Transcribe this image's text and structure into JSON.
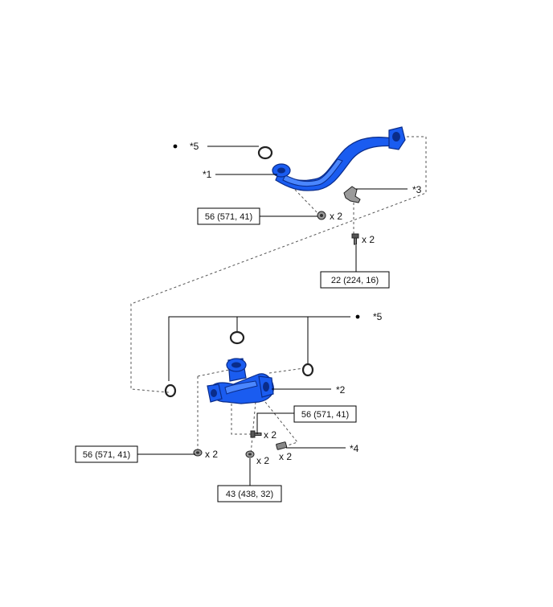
{
  "callouts": {
    "c5_top": "*5",
    "c1": "*1",
    "c3": "*3",
    "c5_mid": "*5",
    "c2": "*2",
    "c4": "*4"
  },
  "torque": {
    "t_top": "56 (571, 41)",
    "t_bracket": "22 (224, 16)",
    "t_mid": "56 (571, 41)",
    "t_left": "56 (571, 41)",
    "t_bottom": "43 (438, 32)"
  },
  "qty": {
    "q_top_nut": "x 2",
    "q_bracket_bolt": "x 2",
    "q_mid_bolt": "x 2",
    "q_left_nut": "x 2",
    "q_stud": "x 2",
    "q_bottom_bolt": "x 2"
  },
  "colors": {
    "part_blue": "#1a5cf0"
  }
}
